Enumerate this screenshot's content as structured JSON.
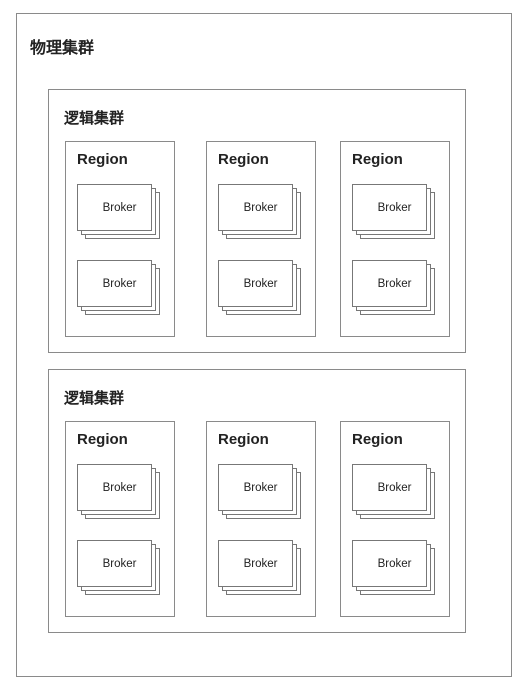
{
  "physical_cluster": {
    "title": "物理集群",
    "logical_clusters": [
      {
        "title": "逻辑集群",
        "regions": [
          {
            "title": "Region",
            "brokers": [
              "Broker",
              "Broker"
            ]
          },
          {
            "title": "Region",
            "brokers": [
              "Broker",
              "Broker"
            ]
          },
          {
            "title": "Region",
            "brokers": [
              "Broker",
              "Broker"
            ]
          }
        ]
      },
      {
        "title": "逻辑集群",
        "regions": [
          {
            "title": "Region",
            "brokers": [
              "Broker",
              "Broker"
            ]
          },
          {
            "title": "Region",
            "brokers": [
              "Broker",
              "Broker"
            ]
          },
          {
            "title": "Region",
            "brokers": [
              "Broker",
              "Broker"
            ]
          }
        ]
      }
    ]
  }
}
